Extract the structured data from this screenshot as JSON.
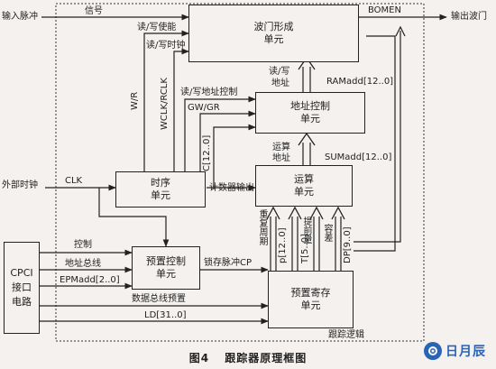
{
  "blocks": {
    "wave_gate": [
      "波门形成",
      "单元"
    ],
    "address_ctrl": [
      "地址控制",
      "单元"
    ],
    "timing": [
      "时序",
      "单元"
    ],
    "compute": [
      "运算",
      "单元"
    ],
    "preset_ctrl": [
      "预置控制",
      "单元"
    ],
    "preset_reg": [
      "预置寄存",
      "单元"
    ],
    "cpci": [
      "CPCI",
      "接口",
      "电路"
    ]
  },
  "signals": {
    "input_pulse": "输入脉冲",
    "signal": "信号",
    "bomen": "BOMEN",
    "output_gate": "输出波门",
    "rw_enable": "读/写使能",
    "rw_clock": "读/写时钟",
    "w_r": "W/R",
    "wclk_rclk": "WCLK/RCLK",
    "rw_addr_ctrl": "读/写地址控制",
    "gw_gr": "GW/GR",
    "rw_addr": [
      "读/写",
      "地址"
    ],
    "ramadd": "RAMadd[12..0]",
    "c_bus": "C[12..0]",
    "calc_addr": [
      "运算",
      "地址"
    ],
    "sumadd": "SUMadd[12..0]",
    "ext_clock": "外部时钟",
    "clk": "CLK",
    "counter_out": "计数器输出",
    "repeat_period": "重复周期",
    "p_bus": "p[12..0]",
    "advance": "提前量",
    "t_bus": "T[5..0]",
    "tolerance": "容差",
    "dp_bus": "DP[9..0]",
    "control": "控制",
    "addr_bus": "地址总线",
    "epmadd": "EPMadd[2..0]",
    "latch_pulse": "锁存脉冲CP",
    "data_bus_preset": "数据总线预置",
    "ld_bus": "LD[31..0]",
    "tracking_logic": "跟踪逻辑"
  },
  "caption": {
    "figure_no": "图4",
    "title": "跟踪器原理框图"
  },
  "watermark": {
    "text": "日月辰"
  }
}
